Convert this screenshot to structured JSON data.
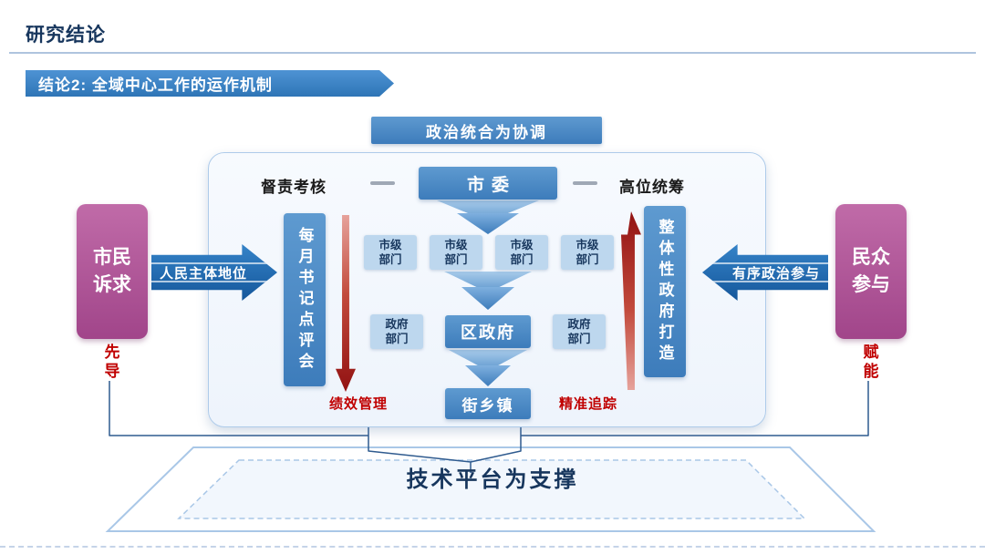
{
  "header": {
    "title": "研究结论"
  },
  "banner": {
    "label": "结论2: 全域中心工作的运作机制"
  },
  "top_box": {
    "label": "政治统合为协调"
  },
  "panel": {
    "left_top_label": "督责考核",
    "committee": "市委",
    "right_top_label": "高位统筹",
    "monthly_meeting": "每月书记点评会",
    "performance_label": "绩效管理",
    "city_depts": [
      "市级部门",
      "市级部门",
      "市级部门",
      "市级部门"
    ],
    "gov_depts": [
      "政府部门",
      "政府部门"
    ],
    "district_gov": "区政府",
    "township": "街乡镇",
    "tracking_label": "精准追踪",
    "holistic_gov": "整体性政府打造"
  },
  "left_flow": {
    "source_box": "市民诉求",
    "arrow_label": "人民主体地位",
    "tag": "先导"
  },
  "right_flow": {
    "source_box": "民众参与",
    "arrow_label": "有序政治参与",
    "tag": "赋能"
  },
  "bottom": {
    "platform_label": "技术平台为支撑"
  },
  "colors": {
    "navy": "#17365D",
    "banner_blue": "#2E75B6",
    "box_blue": "#4A89C7",
    "light_blue": "#BDD7EE",
    "purple": "#A1458A",
    "red": "#C00000"
  }
}
